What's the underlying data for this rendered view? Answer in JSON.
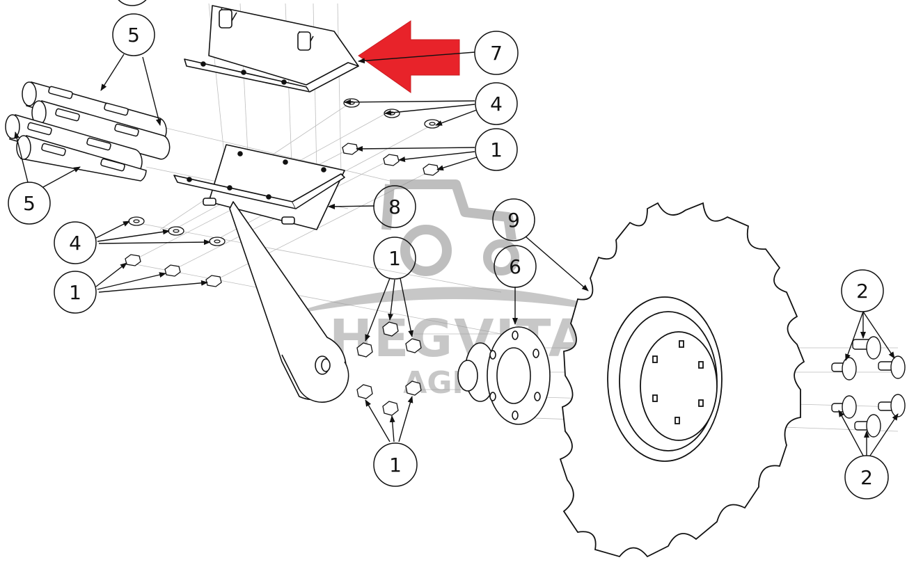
{
  "diagram": {
    "type": "exploded-parts-drawing",
    "subject": "disc harrow blade assembly",
    "callouts": [
      {
        "id": "callout-5-top",
        "label": "5"
      },
      {
        "id": "callout-5-bottom",
        "label": "5"
      },
      {
        "id": "callout-7",
        "label": "7"
      },
      {
        "id": "callout-4-right",
        "label": "4"
      },
      {
        "id": "callout-1-right",
        "label": "1"
      },
      {
        "id": "callout-8",
        "label": "8"
      },
      {
        "id": "callout-9",
        "label": "9"
      },
      {
        "id": "callout-4-left",
        "label": "4"
      },
      {
        "id": "callout-1-left",
        "label": "1"
      },
      {
        "id": "callout-1-mid",
        "label": "1"
      },
      {
        "id": "callout-6",
        "label": "6"
      },
      {
        "id": "callout-1-bottom",
        "label": "1"
      },
      {
        "id": "callout-2-top",
        "label": "2"
      },
      {
        "id": "callout-2-bottom",
        "label": "2"
      }
    ],
    "highlight_arrow_color": "#e8232a",
    "line_color": "#111111",
    "watermark": {
      "line1": "HEGVITA",
      "line2": "AGRO",
      "color": "#9a9a9a"
    }
  }
}
